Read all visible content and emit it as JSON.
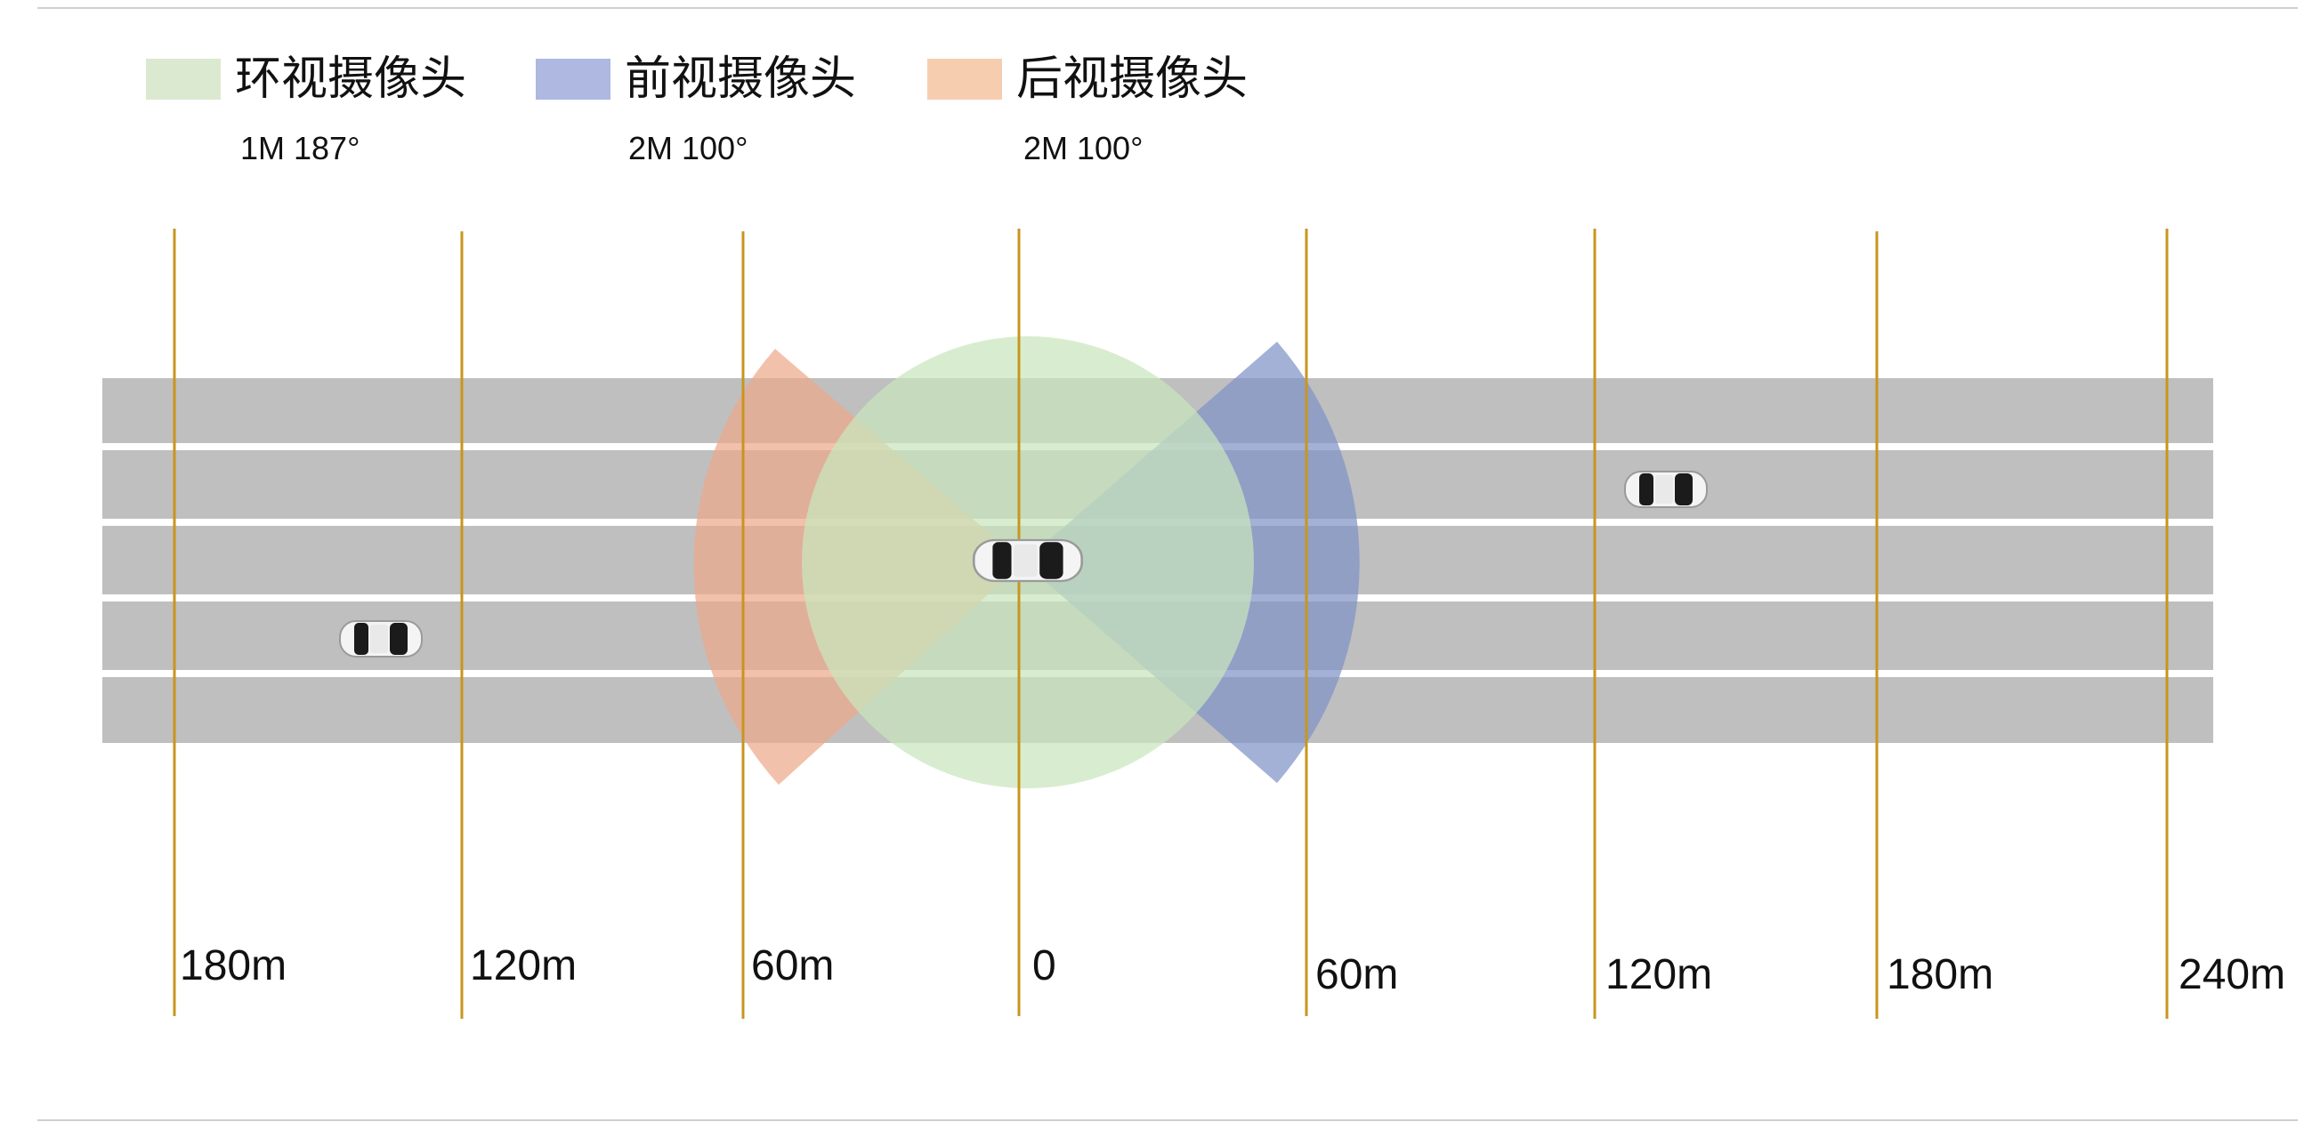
{
  "legend": [
    {
      "name": "环视摄像头",
      "spec": "1M 187°",
      "color": "#dbe9d0"
    },
    {
      "name": "前视摄像头",
      "spec": "2M 100°",
      "color": "#aeb8e0"
    },
    {
      "name": "后视摄像头",
      "spec": "2M 100°",
      "color": "#f7cdb0"
    }
  ],
  "distance_markers": {
    "behind": [
      "180m",
      "120m",
      "60m"
    ],
    "origin": "0",
    "ahead": [
      "60m",
      "120m",
      "180m",
      "240m"
    ]
  },
  "colors": {
    "road": "#bfbfbf",
    "lane_divider": "#ffffff",
    "marker_line": "#c8961e",
    "surround_fov": "#c9e6bd",
    "front_fov": "#7f93c8",
    "rear_fov": "#eda98a"
  }
}
